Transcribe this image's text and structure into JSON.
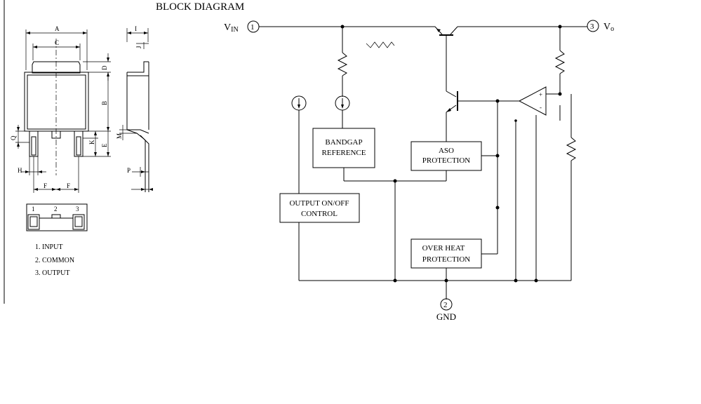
{
  "title": "BLOCK DIAGRAM",
  "package": {
    "dims": {
      "A": "A",
      "C": "C",
      "D": "D",
      "B": "B",
      "Q": "Q",
      "K": "K",
      "E": "E",
      "H": "H",
      "F1": "F",
      "F2": "F",
      "I": "I",
      "J": "J",
      "M": "M",
      "P": "P"
    },
    "pin_numbers": [
      "1",
      "2",
      "3"
    ],
    "pin_legend": [
      "1. INPUT",
      "2. COMMON",
      "3. OUTPUT"
    ]
  },
  "circuit": {
    "vin": {
      "label": "V",
      "sub": "IN",
      "num": "1"
    },
    "vo": {
      "label": "V",
      "sub": "o",
      "num": "3"
    },
    "gnd": {
      "num": "2",
      "label": "GND"
    },
    "blocks": {
      "bandgap": [
        "BANDGAP",
        "REFERENCE"
      ],
      "aso": [
        "ASO",
        "PROTECTION"
      ],
      "onoff": [
        "OUTPUT ON/OFF",
        "CONTROL"
      ],
      "overheat": [
        "OVER HEAT",
        "PROTECTION"
      ]
    },
    "opamp": {
      "plus": "+",
      "minus": "-"
    }
  }
}
